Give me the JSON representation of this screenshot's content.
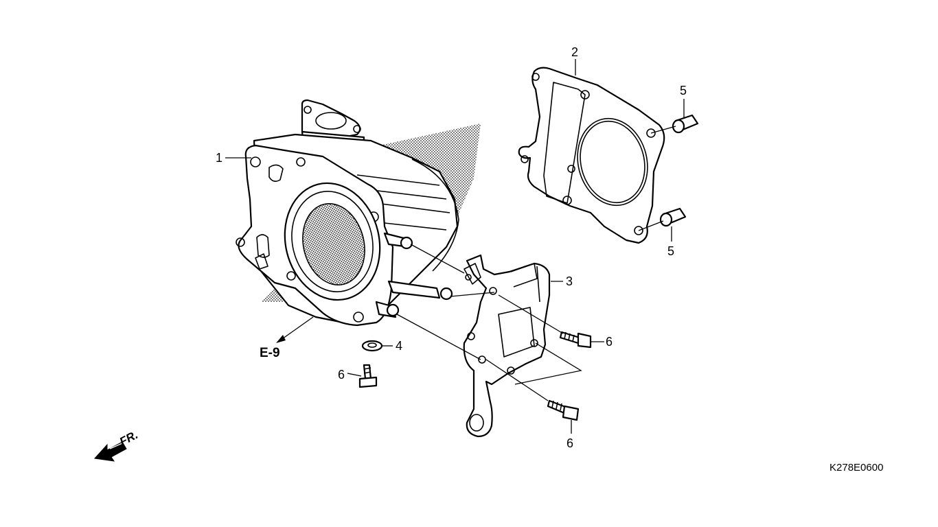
{
  "diagram": {
    "callouts": {
      "cylinder": "1",
      "gasket": "2",
      "bracket": "3",
      "washer": "4",
      "dowel_top": "5",
      "dowel_bottom": "5",
      "bolt_left": "6",
      "bolt_upper": "6",
      "bolt_lower": "6"
    },
    "reference": "E-9",
    "direction_label": "FR.",
    "diagram_code": "K278E0600"
  }
}
